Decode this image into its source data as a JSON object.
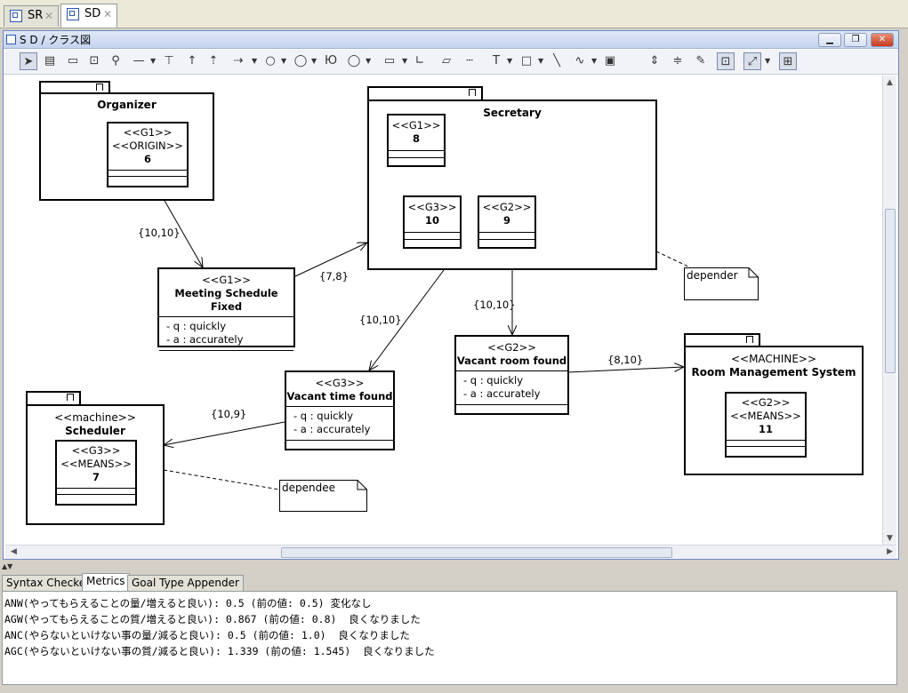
{
  "editor_tabs": [
    {
      "label": "SR",
      "active": false
    },
    {
      "label": "SD",
      "active": true
    }
  ],
  "window": {
    "title": "S D / クラス図"
  },
  "toolbar_tools": [
    "select",
    "class",
    "package",
    "subsystem",
    "pin",
    "association",
    "composition",
    "generalization",
    "dependency",
    "realization",
    "ellipse",
    "node",
    "circle",
    "bar",
    "corner",
    "note",
    "note-link",
    "text",
    "rectangle",
    "line",
    "freehand",
    "image",
    "fit-vertical",
    "fit-horizontal",
    "pin-tool",
    "snap",
    "link-style",
    "layout"
  ],
  "diagram": {
    "packages": {
      "organizer": {
        "name": "Organizer"
      },
      "secretary": {
        "name": "Secretary"
      },
      "scheduler": {
        "stereotype": "<<machine>>",
        "name": "Scheduler"
      },
      "room": {
        "stereotype": "<<MACHINE>>",
        "name": "Room Management System"
      }
    },
    "classes": {
      "c6": {
        "stereotypes": [
          "<<G1>>",
          "<<ORIGIN>>"
        ],
        "name": "6"
      },
      "c8": {
        "stereotypes": [
          "<<G1>>"
        ],
        "name": "8"
      },
      "c10": {
        "stereotypes": [
          "<<G3>>"
        ],
        "name": "10"
      },
      "c9": {
        "stereotypes": [
          "<<G2>>"
        ],
        "name": "9"
      },
      "c7": {
        "stereotypes": [
          "<<G3>>",
          "<<MEANS>>"
        ],
        "name": "7"
      },
      "c11": {
        "stereotypes": [
          "<<G2>>",
          "<<MEANS>>"
        ],
        "name": "11"
      },
      "msf": {
        "stereotype": "<<G1>>",
        "name": "Meeting Schedule Fixed",
        "attrs": [
          "- q : quickly",
          "- a : accurately"
        ]
      },
      "vtf": {
        "stereotype": "<<G3>>",
        "name": "Vacant time found",
        "attrs": [
          "- q : quickly",
          "- a : accurately"
        ]
      },
      "vrf": {
        "stereotype": "<<G2>>",
        "name": "Vacant room found",
        "attrs": [
          "- q : quickly",
          "- a : accurately"
        ]
      }
    },
    "notes": {
      "depender": "depender",
      "dependee": "dependee"
    },
    "edge_labels": {
      "org_msf": "{10,10}",
      "msf_sec": "{7,8}",
      "sec_vtf": "{10,10}",
      "sec_vrf": "{10,10}",
      "vrf_room": "{8,10}",
      "vtf_sched": "{10,9}"
    }
  },
  "bottom_tabs": [
    {
      "label": "Syntax Checker",
      "active": false
    },
    {
      "label": "Metrics",
      "active": true
    },
    {
      "label": "Goal Type Appender",
      "active": false
    }
  ],
  "console_lines": [
    "ANW(やってもらえることの量/増えると良い): 0.5 (前の値: 0.5) 変化なし",
    "AGW(やってもらえることの質/増えると良い): 0.867 (前の値: 0.8)  良くなりました",
    "ANC(やらないといけない事の量/減ると良い): 0.5 (前の値: 1.0)  良くなりました",
    "AGC(やらないといけない事の質/減ると良い): 1.339 (前の値: 1.545)  良くなりました"
  ]
}
